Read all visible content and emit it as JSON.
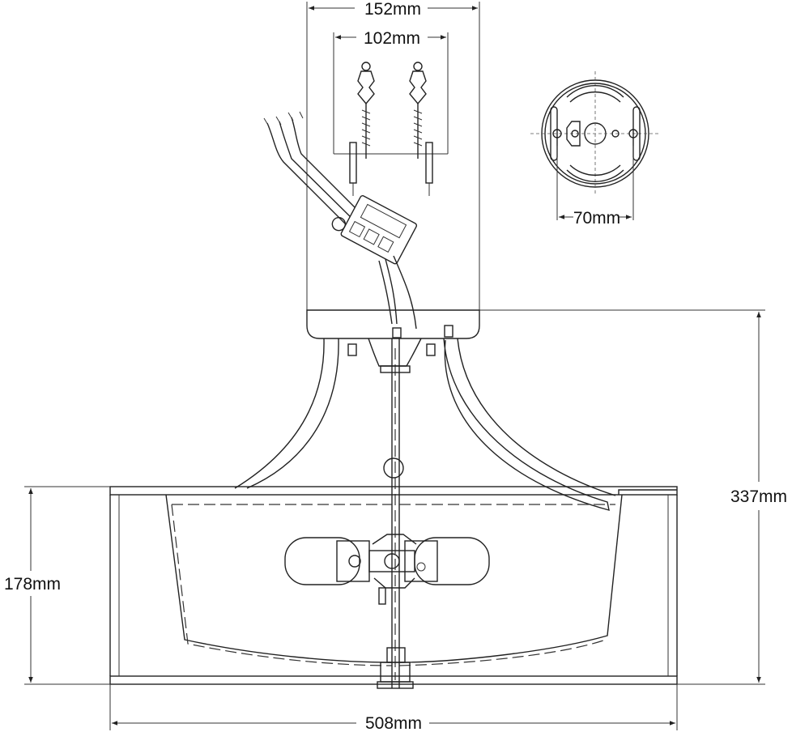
{
  "dimensions": {
    "canopy_width": "152mm",
    "bracket_width": "102mm",
    "plate_width": "70mm",
    "total_height": "337mm",
    "shade_height": "178mm",
    "shade_width": "508mm"
  }
}
